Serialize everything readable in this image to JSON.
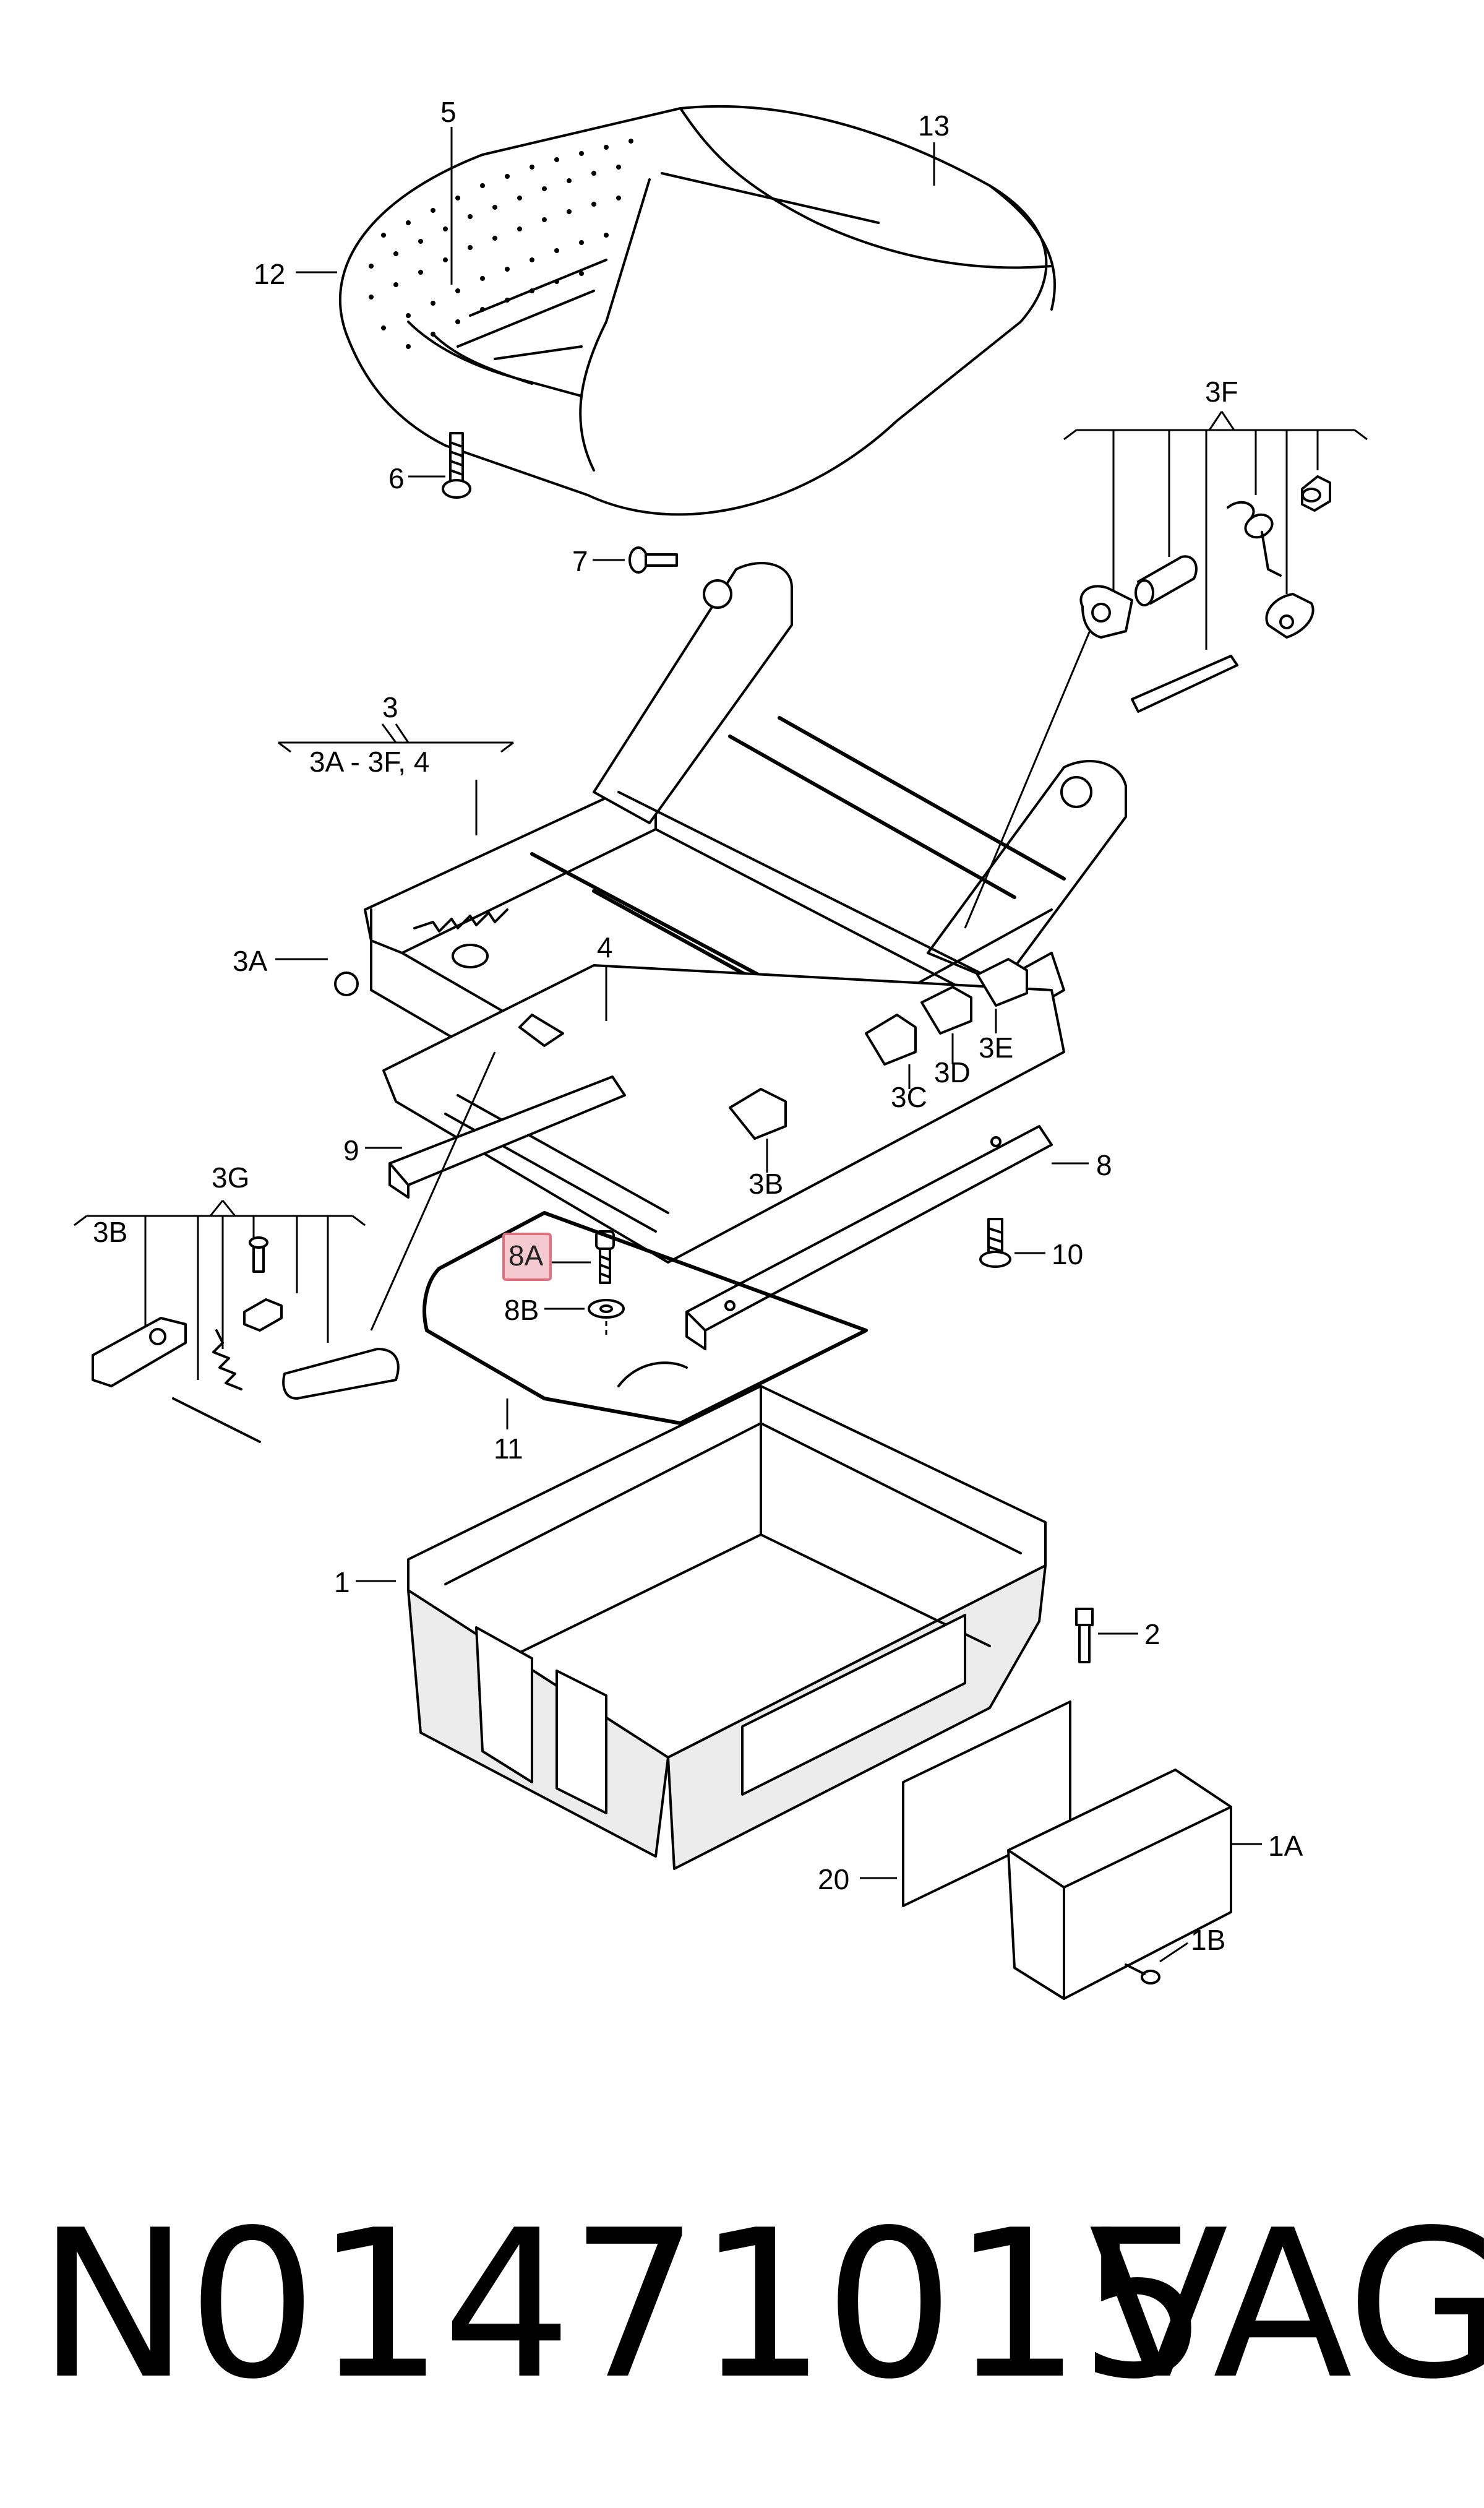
{
  "labels": {
    "l5": "5",
    "l13": "13",
    "l12": "12",
    "l6": "6",
    "l7": "7",
    "l3F": "3F",
    "l3": "3",
    "l3range": "3A - 3F,  4",
    "l3A": "3A",
    "l4": "4",
    "l3C": "3C",
    "l3D": "3D",
    "l3E": "3E",
    "l3B": "3B",
    "l9": "9",
    "l8": "8",
    "l8A": "8A",
    "l8B": "8B",
    "l10": "10",
    "l3G": "3G",
    "l3B_left": "3B",
    "l11": "11",
    "l1": "1",
    "l2": "2",
    "l1A": "1A",
    "l20": "20",
    "l1B": "1B"
  },
  "highlighted_label": "8A",
  "highlight_color": "#e0707e",
  "footer": {
    "part_number": "N01471015",
    "brand": "VAG"
  }
}
